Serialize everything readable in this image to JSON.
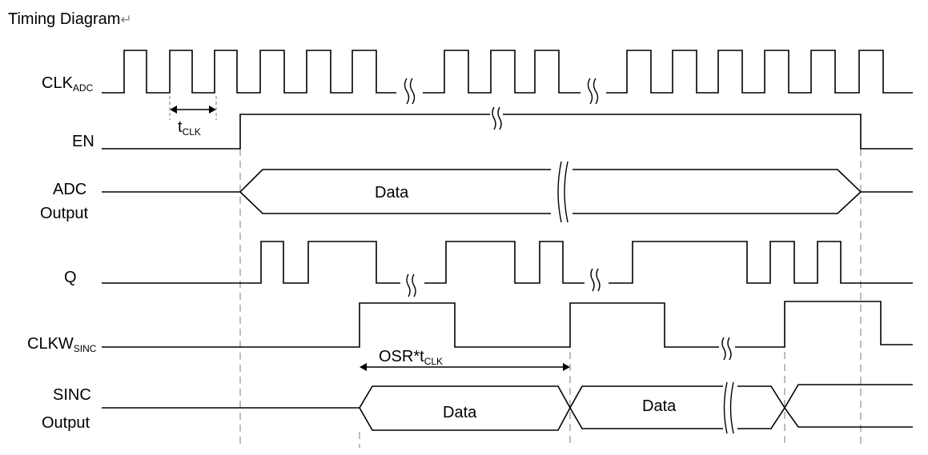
{
  "title": "Timing Diagram",
  "title_mark": "↵",
  "signals": {
    "clk": {
      "base": "CLK",
      "sub": "ADC"
    },
    "en": {
      "label": "EN"
    },
    "adc_output": {
      "line1": "ADC",
      "line2": "Output",
      "bus_label": "Data"
    },
    "q": {
      "label": "Q"
    },
    "clkw": {
      "base": "CLKW",
      "sub": "SINC"
    },
    "sinc_output": {
      "line1": "SINC",
      "line2": "Output",
      "bus_label_1": "Data",
      "bus_label_2": "Data"
    }
  },
  "annotations": {
    "tclk": {
      "base": "t",
      "sub": "CLK"
    },
    "osr": {
      "base": "OSR*t",
      "sub": "CLK"
    }
  },
  "colors": {
    "line": "#000000",
    "guide": "#999999",
    "background": "#ffffff"
  }
}
